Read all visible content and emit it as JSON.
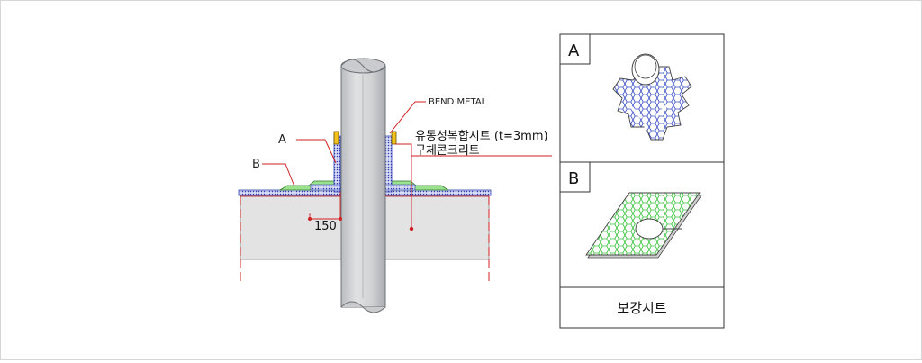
{
  "labels": {
    "bend_metal": "BEND METAL",
    "a": "A",
    "b": "B",
    "dimension": "150",
    "sheet_note": "유동성복합시트 (t=3mm)",
    "concrete_note": "구체콘크리트"
  },
  "detail_panel": {
    "a_label": "A",
    "b_label": "B",
    "caption": "보강시트"
  }
}
